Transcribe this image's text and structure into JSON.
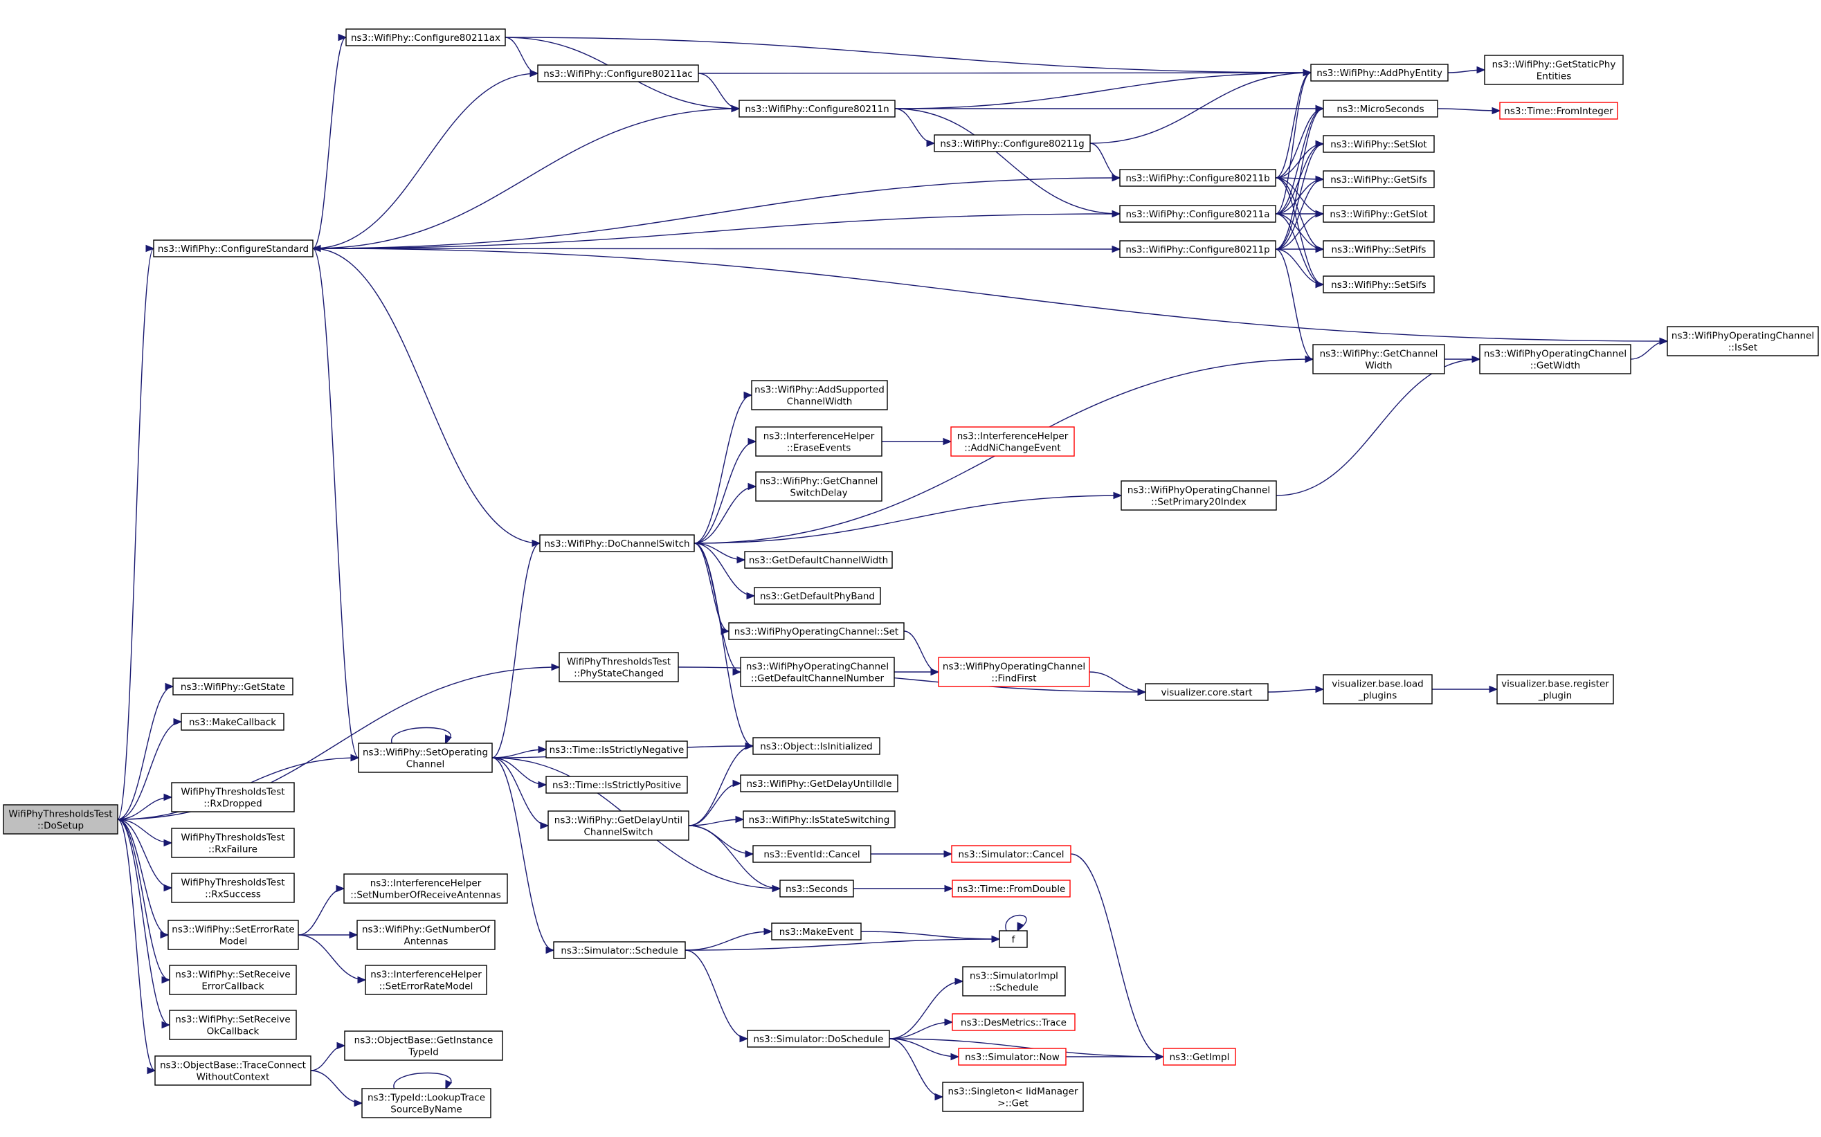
{
  "nodes": [
    {
      "id": "dosetup",
      "lines": [
        "WifiPhyThresholdsTest",
        "::DoSetup"
      ],
      "style": "root"
    },
    {
      "id": "configstd",
      "lines": [
        "ns3::WifiPhy::ConfigureStandard"
      ],
      "style": "normal"
    },
    {
      "id": "cfg_ax",
      "lines": [
        "ns3::WifiPhy::Configure80211ax"
      ],
      "style": "normal"
    },
    {
      "id": "cfg_ac",
      "lines": [
        "ns3::WifiPhy::Configure80211ac"
      ],
      "style": "normal"
    },
    {
      "id": "cfg_n",
      "lines": [
        "ns3::WifiPhy::Configure80211n"
      ],
      "style": "normal"
    },
    {
      "id": "cfg_g",
      "lines": [
        "ns3::WifiPhy::Configure80211g"
      ],
      "style": "normal"
    },
    {
      "id": "cfg_b",
      "lines": [
        "ns3::WifiPhy::Configure80211b"
      ],
      "style": "normal"
    },
    {
      "id": "cfg_a",
      "lines": [
        "ns3::WifiPhy::Configure80211a"
      ],
      "style": "normal"
    },
    {
      "id": "cfg_p",
      "lines": [
        "ns3::WifiPhy::Configure80211p"
      ],
      "style": "normal"
    },
    {
      "id": "addphy",
      "lines": [
        "ns3::WifiPhy::AddPhyEntity"
      ],
      "style": "normal"
    },
    {
      "id": "getstatic",
      "lines": [
        "ns3::WifiPhy::GetStaticPhy",
        "Entities"
      ],
      "style": "normal"
    },
    {
      "id": "micro",
      "lines": [
        "ns3::MicroSeconds"
      ],
      "style": "normal"
    },
    {
      "id": "fromint",
      "lines": [
        "ns3::Time::FromInteger"
      ],
      "style": "red"
    },
    {
      "id": "setslot",
      "lines": [
        "ns3::WifiPhy::SetSlot"
      ],
      "style": "normal"
    },
    {
      "id": "getsifs",
      "lines": [
        "ns3::WifiPhy::GetSifs"
      ],
      "style": "normal"
    },
    {
      "id": "getslot",
      "lines": [
        "ns3::WifiPhy::GetSlot"
      ],
      "style": "normal"
    },
    {
      "id": "setpifs",
      "lines": [
        "ns3::WifiPhy::SetPifs"
      ],
      "style": "normal"
    },
    {
      "id": "setsifs",
      "lines": [
        "ns3::WifiPhy::SetSifs"
      ],
      "style": "normal"
    },
    {
      "id": "isset",
      "lines": [
        "ns3::WifiPhyOperatingChannel",
        "::IsSet"
      ],
      "style": "normal"
    },
    {
      "id": "getchw",
      "lines": [
        "ns3::WifiPhy::GetChannel",
        "Width"
      ],
      "style": "normal"
    },
    {
      "id": "opgetwidth",
      "lines": [
        "ns3::WifiPhyOperatingChannel",
        "::GetWidth"
      ],
      "style": "normal"
    },
    {
      "id": "addsupp",
      "lines": [
        "ns3::WifiPhy::AddSupported",
        "ChannelWidth"
      ],
      "style": "normal"
    },
    {
      "id": "erase",
      "lines": [
        "ns3::InterferenceHelper",
        "::EraseEvents"
      ],
      "style": "normal"
    },
    {
      "id": "addni",
      "lines": [
        "ns3::InterferenceHelper",
        "::AddNiChangeEvent"
      ],
      "style": "red"
    },
    {
      "id": "getswdelay",
      "lines": [
        "ns3::WifiPhy::GetChannel",
        "SwitchDelay"
      ],
      "style": "normal"
    },
    {
      "id": "setprim",
      "lines": [
        "ns3::WifiPhyOperatingChannel",
        "::SetPrimary20Index"
      ],
      "style": "normal"
    },
    {
      "id": "dochsw",
      "lines": [
        "ns3::WifiPhy::DoChannelSwitch"
      ],
      "style": "normal"
    },
    {
      "id": "getdefcw",
      "lines": [
        "ns3::GetDefaultChannelWidth"
      ],
      "style": "normal"
    },
    {
      "id": "getdefband",
      "lines": [
        "ns3::GetDefaultPhyBand"
      ],
      "style": "normal"
    },
    {
      "id": "opset",
      "lines": [
        "ns3::WifiPhyOperatingChannel::Set"
      ],
      "style": "normal"
    },
    {
      "id": "opgetdef",
      "lines": [
        "ns3::WifiPhyOperatingChannel",
        "::GetDefaultChannelNumber"
      ],
      "style": "normal"
    },
    {
      "id": "findfirst",
      "lines": [
        "ns3::WifiPhyOperatingChannel",
        "::FindFirst"
      ],
      "style": "red"
    },
    {
      "id": "vizstart",
      "lines": [
        "visualizer.core.start"
      ],
      "style": "normal"
    },
    {
      "id": "vizload",
      "lines": [
        "visualizer.base.load",
        "_plugins"
      ],
      "style": "normal"
    },
    {
      "id": "vizreg",
      "lines": [
        "visualizer.base.register",
        "_plugin"
      ],
      "style": "normal"
    },
    {
      "id": "physc",
      "lines": [
        "WifiPhyThresholdsTest",
        "::PhyStateChanged"
      ],
      "style": "normal"
    },
    {
      "id": "getstate",
      "lines": [
        "ns3::WifiPhy::GetState"
      ],
      "style": "normal"
    },
    {
      "id": "makecb",
      "lines": [
        "ns3::MakeCallback"
      ],
      "style": "normal"
    },
    {
      "id": "setopch",
      "lines": [
        "ns3::WifiPhy::SetOperating",
        "Channel"
      ],
      "style": "normal"
    },
    {
      "id": "isinit",
      "lines": [
        "ns3::Object::IsInitialized"
      ],
      "style": "normal"
    },
    {
      "id": "isneg",
      "lines": [
        "ns3::Time::IsStrictlyNegative"
      ],
      "style": "normal"
    },
    {
      "id": "ispos",
      "lines": [
        "ns3::Time::IsStrictlyPositive"
      ],
      "style": "normal"
    },
    {
      "id": "getdelayidle",
      "lines": [
        "ns3::WifiPhy::GetDelayUntilIdle"
      ],
      "style": "normal"
    },
    {
      "id": "getdelaysw",
      "lines": [
        "ns3::WifiPhy::GetDelayUntil",
        "ChannelSwitch"
      ],
      "style": "normal"
    },
    {
      "id": "isstatesw",
      "lines": [
        "ns3::WifiPhy::IsStateSwitching"
      ],
      "style": "normal"
    },
    {
      "id": "evcancel",
      "lines": [
        "ns3::EventId::Cancel"
      ],
      "style": "normal"
    },
    {
      "id": "simcancel",
      "lines": [
        "ns3::Simulator::Cancel"
      ],
      "style": "red"
    },
    {
      "id": "seconds",
      "lines": [
        "ns3::Seconds"
      ],
      "style": "normal"
    },
    {
      "id": "fromdouble",
      "lines": [
        "ns3::Time::FromDouble"
      ],
      "style": "red"
    },
    {
      "id": "rxdropped",
      "lines": [
        "WifiPhyThresholdsTest",
        "::RxDropped"
      ],
      "style": "normal"
    },
    {
      "id": "rxfailure",
      "lines": [
        "WifiPhyThresholdsTest",
        "::RxFailure"
      ],
      "style": "normal"
    },
    {
      "id": "rxsuccess",
      "lines": [
        "WifiPhyThresholdsTest",
        "::RxSuccess"
      ],
      "style": "normal"
    },
    {
      "id": "seterm",
      "lines": [
        "ns3::WifiPhy::SetErrorRate",
        "Model"
      ],
      "style": "normal"
    },
    {
      "id": "ihsetnum",
      "lines": [
        "ns3::InterferenceHelper",
        "::SetNumberOfReceiveAntennas"
      ],
      "style": "normal"
    },
    {
      "id": "getnumant",
      "lines": [
        "ns3::WifiPhy::GetNumberOf",
        "Antennas"
      ],
      "style": "normal"
    },
    {
      "id": "ihseterm",
      "lines": [
        "ns3::InterferenceHelper",
        "::SetErrorRateModel"
      ],
      "style": "normal"
    },
    {
      "id": "makeevent",
      "lines": [
        "ns3::MakeEvent"
      ],
      "style": "normal"
    },
    {
      "id": "f",
      "lines": [
        "f"
      ],
      "style": "normal"
    },
    {
      "id": "simsched",
      "lines": [
        "ns3::Simulator::Schedule"
      ],
      "style": "normal"
    },
    {
      "id": "implsched",
      "lines": [
        "ns3::SimulatorImpl",
        "::Schedule"
      ],
      "style": "normal"
    },
    {
      "id": "desmetrics",
      "lines": [
        "ns3::DesMetrics::Trace"
      ],
      "style": "red"
    },
    {
      "id": "simdosched",
      "lines": [
        "ns3::Simulator::DoSchedule"
      ],
      "style": "normal"
    },
    {
      "id": "simnow",
      "lines": [
        "ns3::Simulator::Now"
      ],
      "style": "red"
    },
    {
      "id": "getimpl",
      "lines": [
        "ns3::GetImpl"
      ],
      "style": "red"
    },
    {
      "id": "singleton",
      "lines": [
        "ns3::Singleton< IidManager",
        " >::Get"
      ],
      "style": "normal"
    },
    {
      "id": "setrxerr",
      "lines": [
        "ns3::WifiPhy::SetReceive",
        "ErrorCallback"
      ],
      "style": "normal"
    },
    {
      "id": "setrxok",
      "lines": [
        "ns3::WifiPhy::SetReceive",
        "OkCallback"
      ],
      "style": "normal"
    },
    {
      "id": "traceconn",
      "lines": [
        "ns3::ObjectBase::TraceConnect",
        "WithoutContext"
      ],
      "style": "normal"
    },
    {
      "id": "getinst",
      "lines": [
        "ns3::ObjectBase::GetInstance",
        "TypeId"
      ],
      "style": "normal"
    },
    {
      "id": "lookup",
      "lines": [
        "ns3::TypeId::LookupTrace",
        "SourceByName"
      ],
      "style": "normal"
    }
  ],
  "edges": [
    [
      "dosetup",
      "configstd"
    ],
    [
      "dosetup",
      "physc"
    ],
    [
      "dosetup",
      "getstate"
    ],
    [
      "dosetup",
      "makecb"
    ],
    [
      "dosetup",
      "setopch"
    ],
    [
      "dosetup",
      "rxdropped"
    ],
    [
      "dosetup",
      "rxfailure"
    ],
    [
      "dosetup",
      "rxsuccess"
    ],
    [
      "dosetup",
      "seterm"
    ],
    [
      "dosetup",
      "setrxerr"
    ],
    [
      "dosetup",
      "setrxok"
    ],
    [
      "dosetup",
      "traceconn"
    ],
    [
      "configstd",
      "cfg_ax"
    ],
    [
      "configstd",
      "cfg_ac"
    ],
    [
      "configstd",
      "cfg_n"
    ],
    [
      "configstd",
      "cfg_b"
    ],
    [
      "configstd",
      "cfg_a"
    ],
    [
      "configstd",
      "cfg_p"
    ],
    [
      "configstd",
      "isset"
    ],
    [
      "configstd",
      "setopch"
    ],
    [
      "cfg_ax",
      "addphy"
    ],
    [
      "cfg_ax",
      "cfg_ac"
    ],
    [
      "cfg_ax",
      "cfg_n"
    ],
    [
      "cfg_ac",
      "addphy"
    ],
    [
      "cfg_ac",
      "cfg_n"
    ],
    [
      "cfg_n",
      "addphy"
    ],
    [
      "cfg_n",
      "micro"
    ],
    [
      "cfg_n",
      "cfg_g"
    ],
    [
      "cfg_n",
      "cfg_a"
    ],
    [
      "cfg_g",
      "addphy"
    ],
    [
      "cfg_g",
      "cfg_b"
    ],
    [
      "cfg_b",
      "addphy"
    ],
    [
      "cfg_b",
      "micro"
    ],
    [
      "cfg_b",
      "setslot"
    ],
    [
      "cfg_b",
      "getsifs"
    ],
    [
      "cfg_b",
      "getslot"
    ],
    [
      "cfg_b",
      "setpifs"
    ],
    [
      "cfg_b",
      "setsifs"
    ],
    [
      "cfg_a",
      "addphy"
    ],
    [
      "cfg_a",
      "micro"
    ],
    [
      "cfg_a",
      "setslot"
    ],
    [
      "cfg_a",
      "getsifs"
    ],
    [
      "cfg_a",
      "getslot"
    ],
    [
      "cfg_a",
      "setpifs"
    ],
    [
      "cfg_a",
      "setsifs"
    ],
    [
      "cfg_p",
      "micro"
    ],
    [
      "cfg_p",
      "setslot"
    ],
    [
      "cfg_p",
      "getsifs"
    ],
    [
      "cfg_p",
      "getslot"
    ],
    [
      "cfg_p",
      "setpifs"
    ],
    [
      "cfg_p",
      "setsifs"
    ],
    [
      "cfg_p",
      "getchw"
    ],
    [
      "addphy",
      "getstatic"
    ],
    [
      "micro",
      "fromint"
    ],
    [
      "getchw",
      "opgetwidth"
    ],
    [
      "opgetwidth",
      "isset"
    ],
    [
      "setprim",
      "opgetwidth"
    ],
    [
      "dochsw",
      "configstd"
    ],
    [
      "dochsw",
      "getchw"
    ],
    [
      "dochsw",
      "addsupp"
    ],
    [
      "dochsw",
      "erase"
    ],
    [
      "dochsw",
      "getswdelay"
    ],
    [
      "dochsw",
      "setprim"
    ],
    [
      "dochsw",
      "getdefcw"
    ],
    [
      "dochsw",
      "getdefband"
    ],
    [
      "dochsw",
      "opset"
    ],
    [
      "dochsw",
      "opgetdef"
    ],
    [
      "dochsw",
      "isinit"
    ],
    [
      "erase",
      "addni"
    ],
    [
      "opset",
      "findfirst"
    ],
    [
      "opgetdef",
      "findfirst"
    ],
    [
      "findfirst",
      "vizstart"
    ],
    [
      "vizstart",
      "vizload"
    ],
    [
      "vizload",
      "vizreg"
    ],
    [
      "physc",
      "vizstart"
    ],
    [
      "setopch",
      "setopch"
    ],
    [
      "setopch",
      "dochsw"
    ],
    [
      "setopch",
      "isinit"
    ],
    [
      "setopch",
      "isneg"
    ],
    [
      "setopch",
      "ispos"
    ],
    [
      "setopch",
      "getdelaysw"
    ],
    [
      "setopch",
      "seconds"
    ],
    [
      "setopch",
      "simsched"
    ],
    [
      "getdelaysw",
      "isinit"
    ],
    [
      "getdelaysw",
      "getdelayidle"
    ],
    [
      "getdelaysw",
      "isstatesw"
    ],
    [
      "getdelaysw",
      "evcancel"
    ],
    [
      "getdelaysw",
      "seconds"
    ],
    [
      "evcancel",
      "simcancel"
    ],
    [
      "simcancel",
      "getimpl"
    ],
    [
      "seconds",
      "fromdouble"
    ],
    [
      "seterm",
      "ihsetnum"
    ],
    [
      "seterm",
      "getnumant"
    ],
    [
      "seterm",
      "ihseterm"
    ],
    [
      "simsched",
      "makeevent"
    ],
    [
      "simsched",
      "f"
    ],
    [
      "simsched",
      "simdosched"
    ],
    [
      "makeevent",
      "f"
    ],
    [
      "f",
      "f"
    ],
    [
      "simdosched",
      "implsched"
    ],
    [
      "simdosched",
      "desmetrics"
    ],
    [
      "simdosched",
      "simnow"
    ],
    [
      "simdosched",
      "singleton"
    ],
    [
      "simdosched",
      "getimpl"
    ],
    [
      "simnow",
      "getimpl"
    ],
    [
      "traceconn",
      "getinst"
    ],
    [
      "traceconn",
      "lookup"
    ],
    [
      "lookup",
      "lookup"
    ]
  ]
}
